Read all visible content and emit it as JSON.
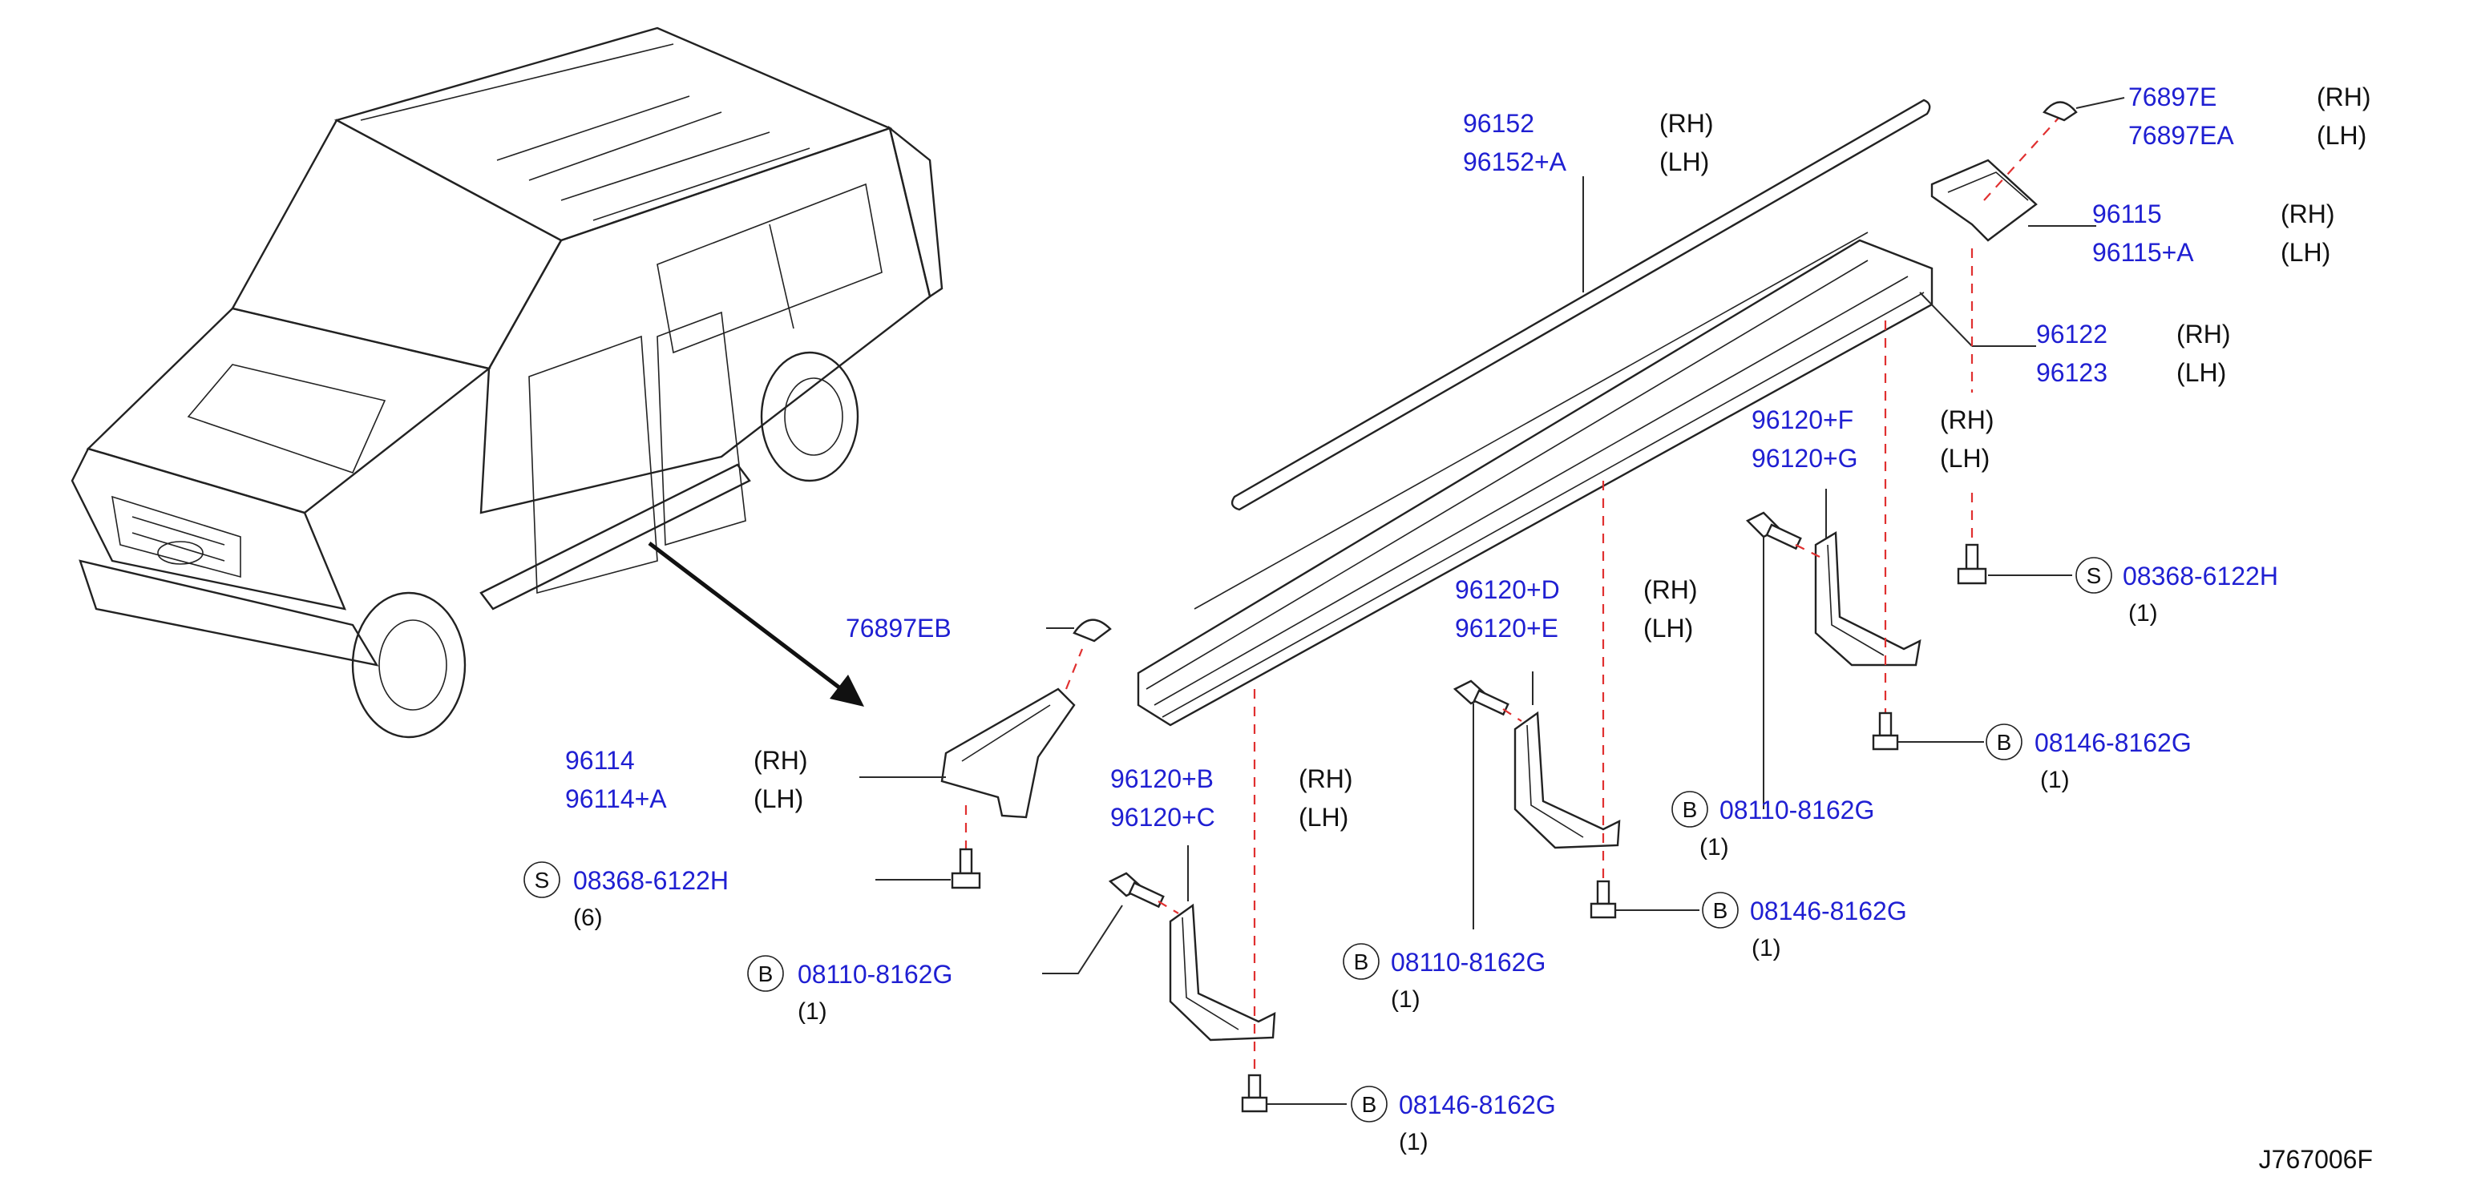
{
  "diagram_code": "J767006F",
  "callouts": {
    "c96152": {
      "part": "96152",
      "side": "(RH)"
    },
    "c96152a": {
      "part": "96152+A",
      "side": "(LH)"
    },
    "c76897e": {
      "part": "76897E",
      "side": "(RH)"
    },
    "c76897ea": {
      "part": "76897EA",
      "side": "(LH)"
    },
    "c96115": {
      "part": "96115",
      "side": "(RH)"
    },
    "c96115a": {
      "part": "96115+A",
      "side": "(LH)"
    },
    "c96122": {
      "part": "96122",
      "side": "(RH)"
    },
    "c96123": {
      "part": "96123",
      "side": "(LH)"
    },
    "c96120f": {
      "part": "96120+F",
      "side": "(RH)"
    },
    "c96120g": {
      "part": "96120+G",
      "side": "(LH)"
    },
    "c96120d": {
      "part": "96120+D",
      "side": "(RH)"
    },
    "c96120e": {
      "part": "96120+E",
      "side": "(LH)"
    },
    "c96120b": {
      "part": "96120+B",
      "side": "(RH)"
    },
    "c96120c": {
      "part": "96120+C",
      "side": "(LH)"
    },
    "c96114": {
      "part": "96114",
      "side": "(RH)"
    },
    "c96114a": {
      "part": "96114+A",
      "side": "(LH)"
    },
    "c76897eb": {
      "part": "76897EB"
    }
  },
  "fasteners": {
    "s_right": {
      "letter": "S",
      "part": "08368-6122H",
      "qty": "(1)"
    },
    "s_left": {
      "letter": "S",
      "part": "08368-6122H",
      "qty": "(6)"
    },
    "b_right_bolt": {
      "letter": "B",
      "part": "08146-8162G",
      "qty": "(1)"
    },
    "b_mid_bolt": {
      "letter": "B",
      "part": "08110-8162G",
      "qty": "(1)"
    },
    "b_center_bottom": {
      "letter": "B",
      "part": "08146-8162G",
      "qty": "(1)"
    },
    "b_center_left": {
      "letter": "B",
      "part": "08110-8162G",
      "qty": "(1)"
    },
    "b_left_bolt": {
      "letter": "B",
      "part": "08110-8162G",
      "qty": "(1)"
    },
    "b_bottom": {
      "letter": "B",
      "part": "08146-8162G",
      "qty": "(1)"
    }
  },
  "colors": {
    "part_number": "#1f1fd2",
    "guide_dash": "#e03030",
    "line": "#222222"
  }
}
